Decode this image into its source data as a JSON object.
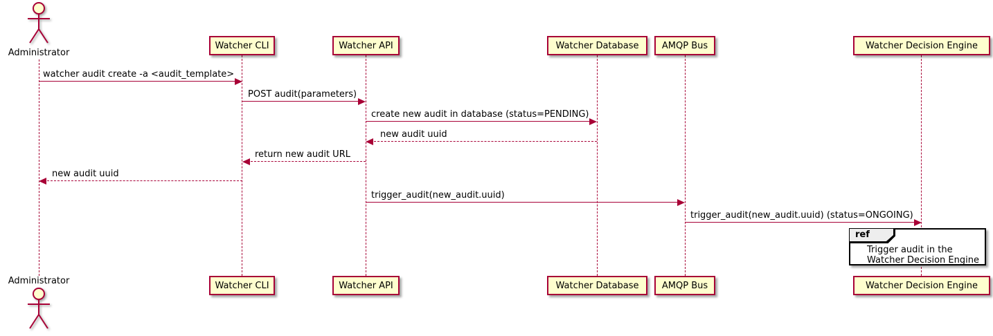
{
  "actor": {
    "name": "Administrator"
  },
  "participants": [
    {
      "name": "Watcher CLI"
    },
    {
      "name": "Watcher API"
    },
    {
      "name": "Watcher Database"
    },
    {
      "name": "AMQP Bus"
    },
    {
      "name": "Watcher Decision Engine"
    }
  ],
  "messages": [
    {
      "label": "watcher audit create -a <audit_template>",
      "from": "Administrator",
      "to": "Watcher CLI",
      "style": "solid"
    },
    {
      "label": "POST audit(parameters)",
      "from": "Watcher CLI",
      "to": "Watcher API",
      "style": "solid"
    },
    {
      "label": "create new audit in database (status=PENDING)",
      "from": "Watcher API",
      "to": "Watcher Database",
      "style": "solid"
    },
    {
      "label": "new audit uuid",
      "from": "Watcher Database",
      "to": "Watcher API",
      "style": "dashed"
    },
    {
      "label": "return new audit URL",
      "from": "Watcher API",
      "to": "Watcher CLI",
      "style": "dashed"
    },
    {
      "label": "new audit uuid",
      "from": "Watcher CLI",
      "to": "Administrator",
      "style": "dashed"
    },
    {
      "label": "trigger_audit(new_audit.uuid)",
      "from": "Watcher API",
      "to": "AMQP Bus",
      "style": "solid"
    },
    {
      "label": "trigger_audit(new_audit.uuid) (status=ONGOING)",
      "from": "AMQP Bus",
      "to": "Watcher Decision Engine",
      "style": "solid"
    }
  ],
  "ref": {
    "keyword": "ref",
    "lines": [
      "Trigger audit in the",
      "Watcher Decision Engine"
    ]
  },
  "colors": {
    "participant_fill": "#FEFECE",
    "line_and_border": "#A80036",
    "text": "#000000",
    "ref_border": "#000000",
    "ref_tab_fill": "#EEEEEE"
  }
}
